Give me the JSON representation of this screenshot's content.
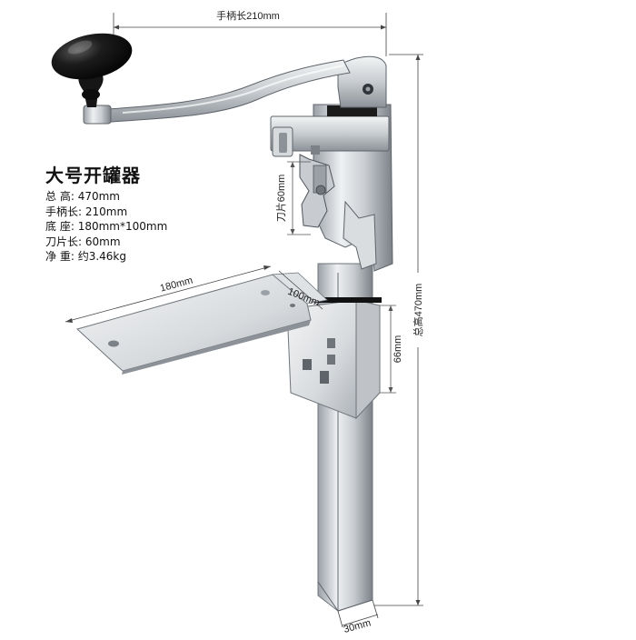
{
  "product_title": "大号开罐器",
  "specs": [
    {
      "label": "总 高",
      "value": "470mm"
    },
    {
      "label": "手柄长",
      "value": "210mm"
    },
    {
      "label": "底 座",
      "value": "180mm*100mm"
    },
    {
      "label": "刀片长",
      "value": "60mm"
    },
    {
      "label": "净 重",
      "value": "约3.46kg"
    }
  ],
  "dimensions": {
    "handle_length": "手柄长210mm",
    "blade_length": "刀片60mm",
    "base_length": "180mm",
    "base_width": "100mm",
    "mount_height": "66mm",
    "total_height": "总高470mm",
    "shaft_width": "30mm"
  },
  "icons": {
    "knob": "black-knob-icon"
  },
  "colors": {
    "steel_light": "#e9ebed",
    "steel_mid": "#bfc3c7",
    "steel_dark": "#6f757b",
    "knob": "#1a1a1a",
    "gasket": "#111111"
  }
}
